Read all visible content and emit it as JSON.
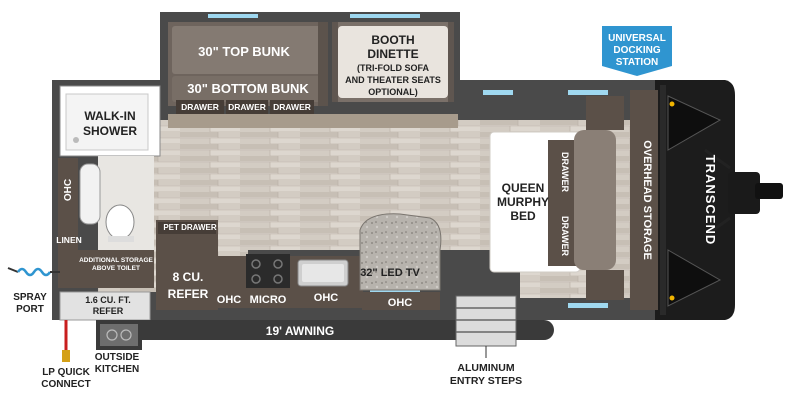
{
  "labels": {
    "top_bunk": "30\" TOP BUNK",
    "bottom_bunk": "30\" BOTTOM BUNK",
    "drawer": "DRAWER",
    "booth_dinette": [
      "BOOTH",
      "DINETTE",
      "(TRI-FOLD SOFA",
      "AND THEATER SEATS",
      "OPTIONAL)"
    ],
    "universal_docking": [
      "UNIVERSAL",
      "DOCKING",
      "STATION"
    ],
    "walk_in_shower": [
      "WALK-IN",
      "SHOWER"
    ],
    "ohc": "OHC",
    "linen": "LINEN",
    "additional_storage": [
      "ADDITIONAL STORAGE",
      "ABOVE TOILET"
    ],
    "pet_drawer": "PET DRAWER",
    "refer": [
      "8 CU.",
      "REFER"
    ],
    "micro": "MICRO",
    "led_tv": "32\" LED TV",
    "queen_bed": [
      "QUEEN",
      "MURPHY",
      "BED"
    ],
    "overhead_storage": "OVERHEAD STORAGE",
    "brand": "TRANSCEND",
    "spray_port": [
      "SPRAY",
      "PORT"
    ],
    "small_refer": [
      "1.6 CU. FT.",
      "REFER"
    ],
    "awning": "19' AWNING",
    "lp_quick_connect": [
      "LP QUICK",
      "CONNECT"
    ],
    "outside_kitchen": [
      "OUTSIDE",
      "KITCHEN"
    ],
    "aluminum_steps": [
      "ALUMINUM",
      "ENTRY STEPS"
    ]
  },
  "colors": {
    "wall": "#4a4a4a",
    "floor": "#cfc8bf",
    "cabinet": "#5b5048",
    "docking_badge": "#2f95d0",
    "window": "#9fd8f0"
  }
}
